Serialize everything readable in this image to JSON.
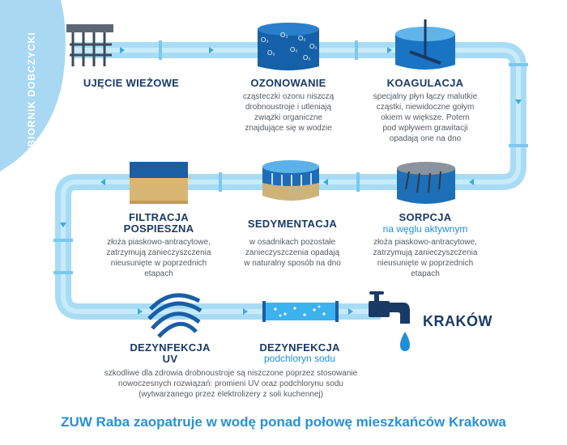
{
  "reservoir": {
    "label": "ZBIORNIK DOBCZYCKI"
  },
  "steps": {
    "intake": {
      "title": "UJĘCIE WIEŻOWE"
    },
    "ozonation": {
      "title": "OZONOWANIE",
      "desc": [
        "cząsteczki ozonu niszczą",
        "drobnoustroje i utleniają",
        "związki organiczne",
        "znajdujące się w wodzie"
      ],
      "icon_label": "O3"
    },
    "coagulation": {
      "title": "KOAGULACJA",
      "desc": [
        "specjalny płyn łączy malutkie",
        "cząstki, niewidoczne gołym",
        "okiem w większe. Potem",
        "pod wpływem grawitacji",
        "opadają one na dno"
      ]
    },
    "sorption": {
      "title": "SORPCJA",
      "subtitle": "na węglu aktywnym",
      "desc": [
        "złoża piaskowo-antracytowe,",
        "zatrzymują zanieczyszczenia",
        "nieusunięte w poprzednich",
        "etapach"
      ]
    },
    "sedimentation": {
      "title": "SEDYMENTACJA",
      "desc": [
        "w osadnikach pozostałe",
        "zanieczyszczenia opadają",
        "w naturalny sposób na dno"
      ]
    },
    "filtration": {
      "title": [
        "FILTRACJA",
        "POSPIESZNA"
      ],
      "desc": [
        "złoża piaskowo-antracytowe,",
        "zatrzymują zanieczyszczenia",
        "nieusunięte w poprzednich",
        "etapach"
      ]
    },
    "uv": {
      "title": [
        "DEZYNFEKCJA",
        "UV"
      ]
    },
    "chlorine": {
      "title": "DEZYNFEKCJA",
      "subtitle": "podchloryn sodu"
    },
    "disinfection_desc": [
      "szkodliwe dla zdrowia drobnoustroje są niszczone poprzez stosowanie",
      "nowoczesnych rozwiązań: promieni UV oraz podchlorynu sodu",
      "(wytwarzanego przez elektrolizery z soli kuchennej)"
    ]
  },
  "destination": {
    "label": "KRAKÓW"
  },
  "footer": {
    "text": "ZUW Raba zaopatruje w wodę ponad połowę mieszkańców Krakowa"
  },
  "colors": {
    "pipe": "#a8dcf5",
    "pipe_inner": "#6fc3ee",
    "dark_blue": "#1a3a66",
    "accent": "#1e8fd6",
    "reservoir": "#a9d8f2"
  }
}
